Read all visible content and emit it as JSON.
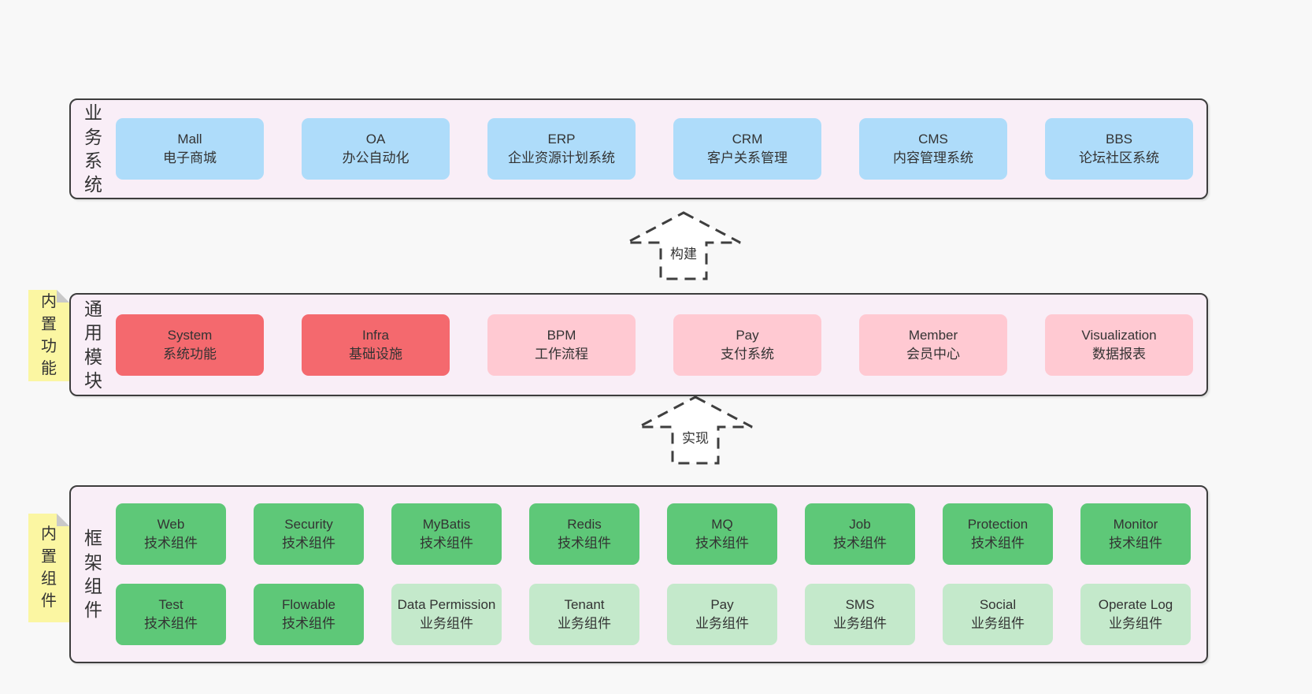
{
  "colors": {
    "page_background": "#f8f8f8",
    "layer_background": "#f9eef7",
    "layer_border": "#3d3d3d",
    "box_blue": "#aedcfa",
    "box_red": "#f4696e",
    "box_pink": "#ffc9d2",
    "box_green": "#5ec878",
    "box_green_light": "#c4e9cb",
    "note_yellow": "#fbf6a2",
    "note_fold": "#c9c9c9",
    "arrow_stroke": "#3f3f3f",
    "text": "#333333"
  },
  "arrows": [
    {
      "label": "构建"
    },
    {
      "label": "实现"
    }
  ],
  "layers": [
    {
      "label": "业务系统",
      "boxes": [
        {
          "name": "Mall",
          "desc": "电子商城",
          "variant": "blue"
        },
        {
          "name": "OA",
          "desc": "办公自动化",
          "variant": "blue"
        },
        {
          "name": "ERP",
          "desc": "企业资源计划系统",
          "variant": "blue"
        },
        {
          "name": "CRM",
          "desc": "客户关系管理",
          "variant": "blue"
        },
        {
          "name": "CMS",
          "desc": "内容管理系统",
          "variant": "blue"
        },
        {
          "name": "BBS",
          "desc": "论坛社区系统",
          "variant": "blue"
        }
      ]
    },
    {
      "label": "通用模块",
      "note": "内置功能",
      "boxes": [
        {
          "name": "System",
          "desc": "系统功能",
          "variant": "red"
        },
        {
          "name": "Infra",
          "desc": "基础设施",
          "variant": "red"
        },
        {
          "name": "BPM",
          "desc": "工作流程",
          "variant": "pink"
        },
        {
          "name": "Pay",
          "desc": "支付系统",
          "variant": "pink"
        },
        {
          "name": "Member",
          "desc": "会员中心",
          "variant": "pink"
        },
        {
          "name": "Visualization",
          "desc": "数据报表",
          "variant": "pink"
        }
      ]
    },
    {
      "label": "框架组件",
      "note": "内置组件",
      "rows": [
        [
          {
            "name": "Web",
            "desc": "技术组件",
            "variant": "green"
          },
          {
            "name": "Security",
            "desc": "技术组件",
            "variant": "green"
          },
          {
            "name": "MyBatis",
            "desc": "技术组件",
            "variant": "green"
          },
          {
            "name": "Redis",
            "desc": "技术组件",
            "variant": "green"
          },
          {
            "name": "MQ",
            "desc": "技术组件",
            "variant": "green"
          },
          {
            "name": "Job",
            "desc": "技术组件",
            "variant": "green"
          },
          {
            "name": "Protection",
            "desc": "技术组件",
            "variant": "green"
          },
          {
            "name": "Monitor",
            "desc": "技术组件",
            "variant": "green"
          }
        ],
        [
          {
            "name": "Test",
            "desc": "技术组件",
            "variant": "green"
          },
          {
            "name": "Flowable",
            "desc": "技术组件",
            "variant": "green"
          },
          {
            "name": "Data Permission",
            "desc": "业务组件",
            "variant": "green-light"
          },
          {
            "name": "Tenant",
            "desc": "业务组件",
            "variant": "green-light"
          },
          {
            "name": "Pay",
            "desc": "业务组件",
            "variant": "green-light"
          },
          {
            "name": "SMS",
            "desc": "业务组件",
            "variant": "green-light"
          },
          {
            "name": "Social",
            "desc": "业务组件",
            "variant": "green-light"
          },
          {
            "name": "Operate Log",
            "desc": "业务组件",
            "variant": "green-light"
          }
        ]
      ]
    }
  ]
}
